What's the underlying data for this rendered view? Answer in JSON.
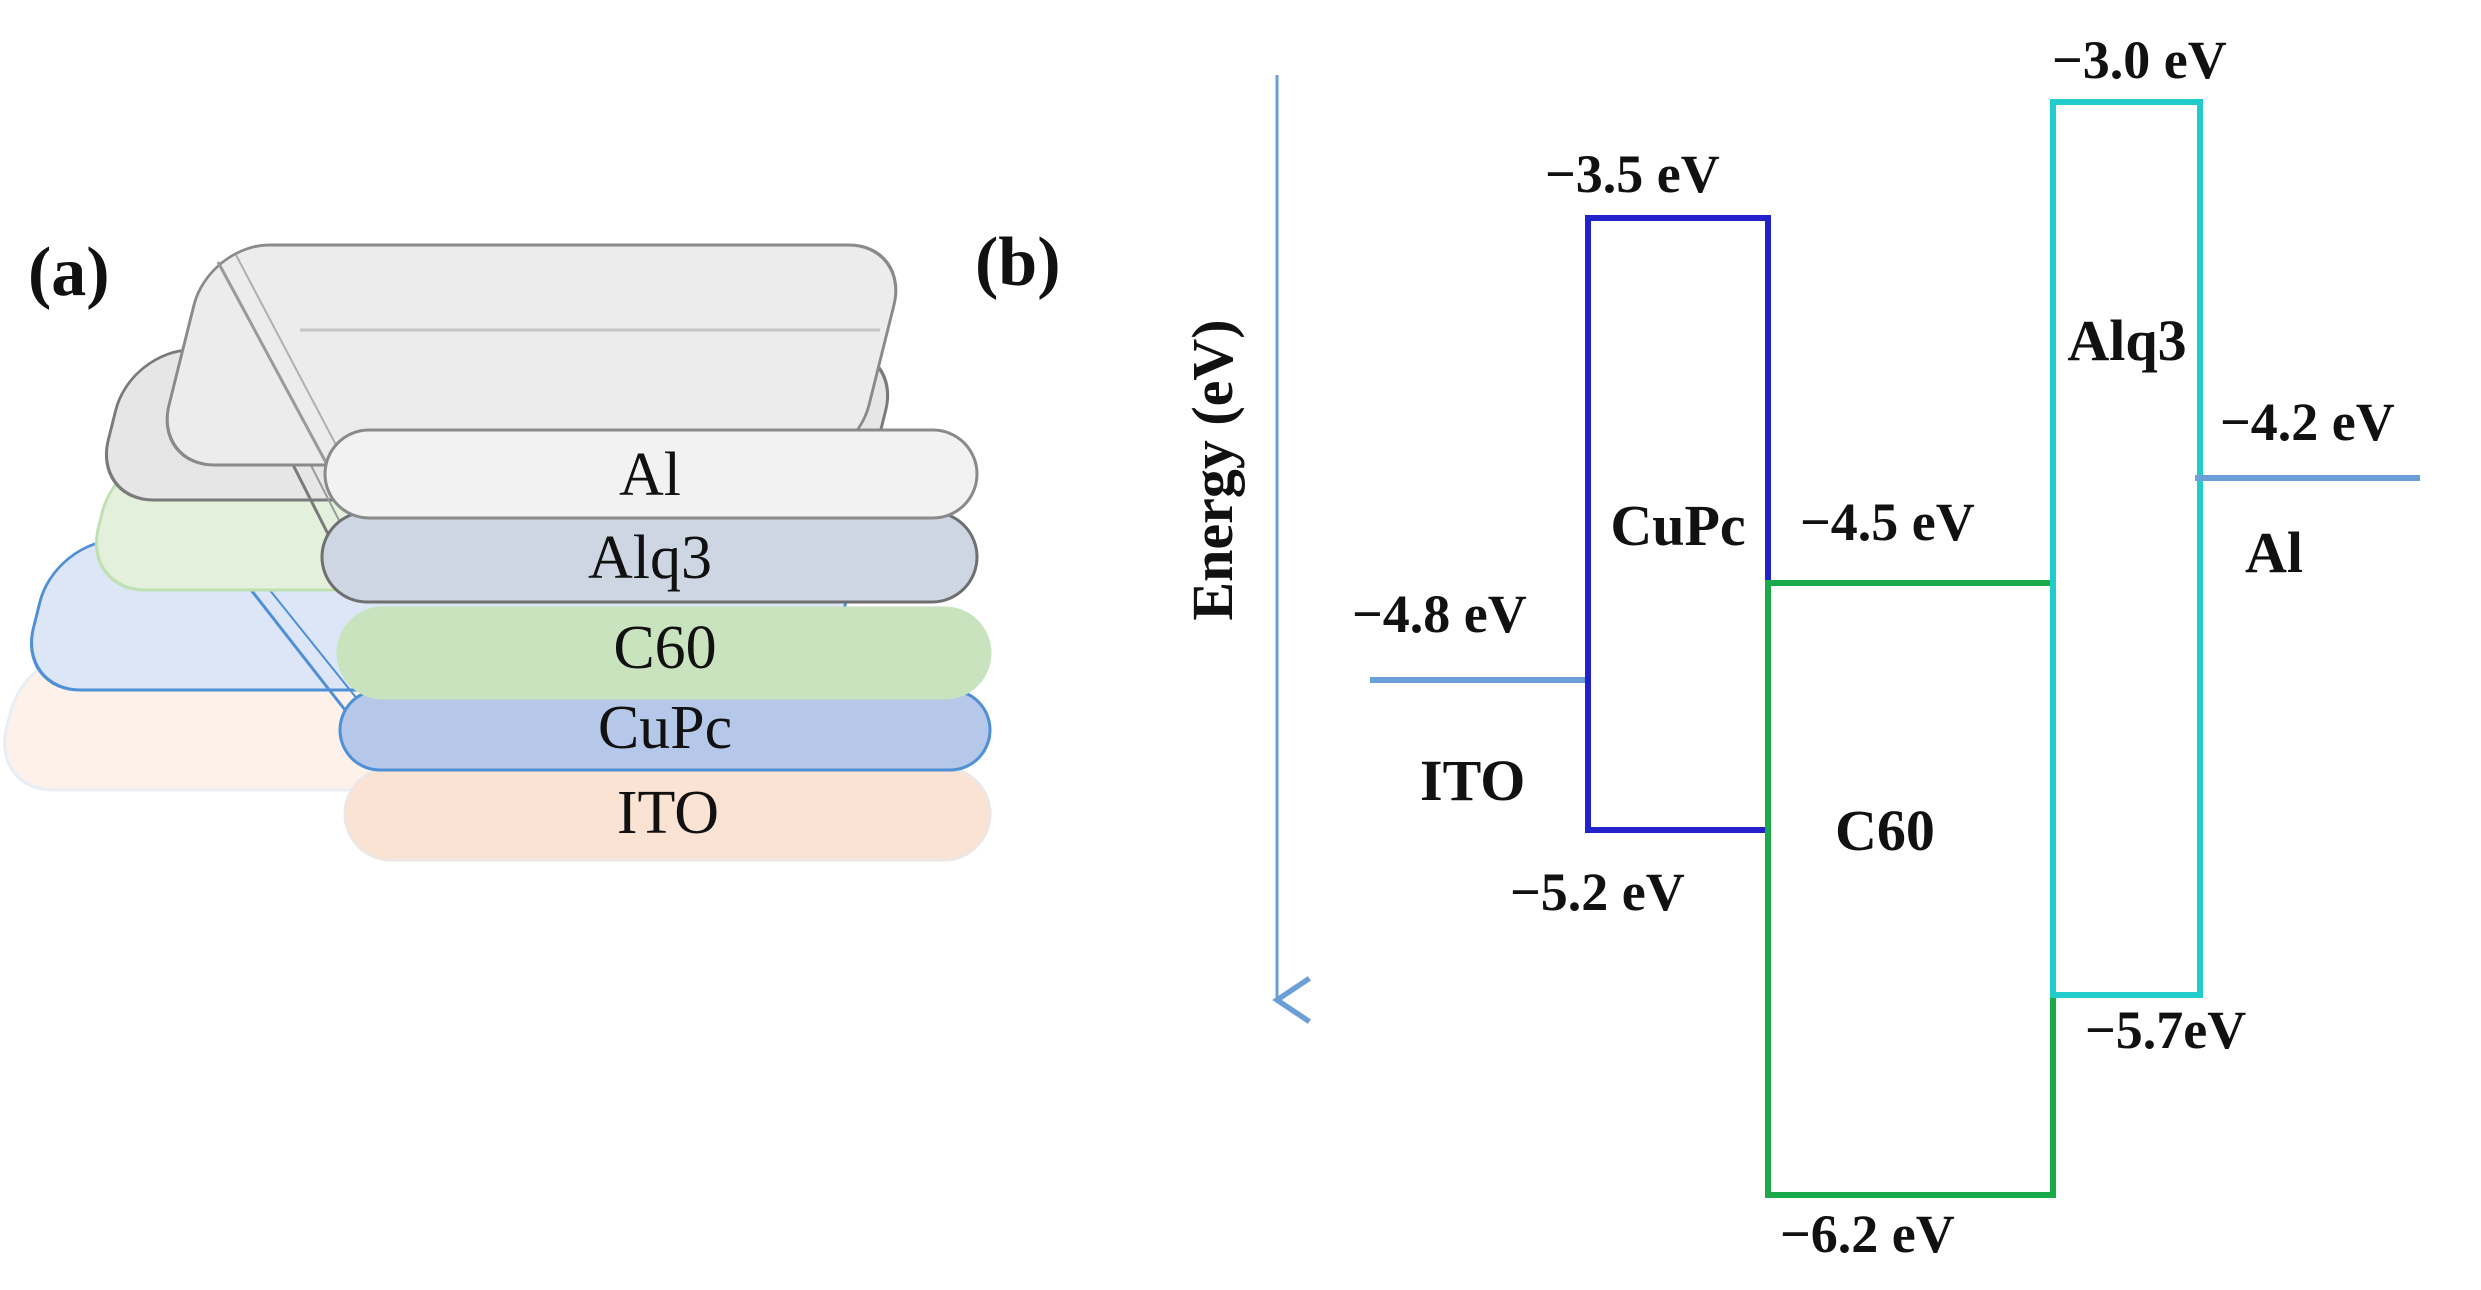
{
  "panel_a": {
    "label": "(a)",
    "layers": [
      {
        "name": "Al",
        "color": "#efefef",
        "edge": "#8a8a8a"
      },
      {
        "name": "Alq3",
        "color": "#cdd6e2",
        "edge": "#7a7a7a"
      },
      {
        "name": "C60",
        "color": "#c8e3bd",
        "edge": "#a9d29a"
      },
      {
        "name": "CuPc",
        "color": "#b5c8ea",
        "edge": "#4f8fd6"
      },
      {
        "name": "ITO",
        "color": "#fbe3d4",
        "edge": "#e9e3e0"
      }
    ]
  },
  "panel_b": {
    "label": "(b)",
    "axis_label": "Energy (eV)",
    "materials": {
      "ito": {
        "name": "ITO",
        "level": "−4.8 eV",
        "color": "#6a9fd8"
      },
      "cupc": {
        "name": "CuPc",
        "top": "−3.5 eV",
        "bottom": "−5.2 eV",
        "color": "#2222cc"
      },
      "c60": {
        "name": "C60",
        "top": "−4.5 eV",
        "bottom": "−6.2 eV",
        "color": "#1aaa4a"
      },
      "alq3": {
        "name": "Alq3",
        "top": "−3.0 eV",
        "bottom": "−5.7eV",
        "color": "#22cccc"
      },
      "al": {
        "name": "Al",
        "level": "−4.2 eV",
        "color": "#6a9fd8"
      }
    }
  }
}
